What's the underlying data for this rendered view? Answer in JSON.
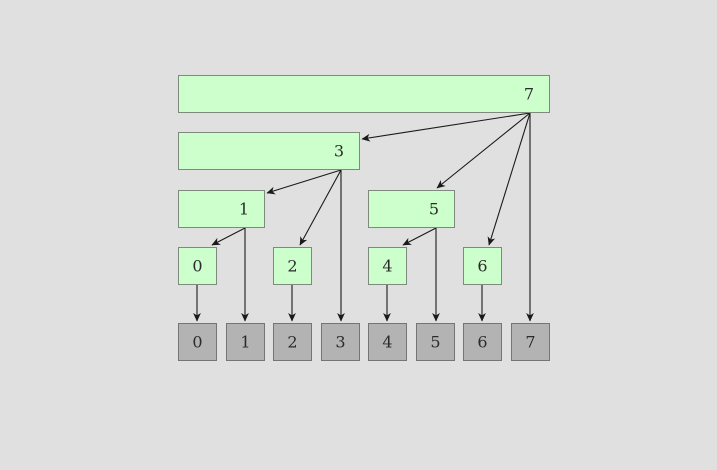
{
  "diagram": {
    "kind": "binary-indexed-tree-diagram",
    "colors": {
      "background": "#e0e0e0",
      "tree_node_fill": "#ccffcc",
      "tree_node_border": "#7f8a7f",
      "array_cell_fill": "#b3b3b3",
      "array_cell_border": "#757575",
      "edge_color": "#1a1a1a"
    },
    "tree_nodes": {
      "n0": {
        "label": "0"
      },
      "n1": {
        "label": "1"
      },
      "n2": {
        "label": "2"
      },
      "n3": {
        "label": "3"
      },
      "n4": {
        "label": "4"
      },
      "n5": {
        "label": "5"
      },
      "n6": {
        "label": "6"
      },
      "n7": {
        "label": "7"
      }
    },
    "array_cells": {
      "c0": {
        "label": "0"
      },
      "c1": {
        "label": "1"
      },
      "c2": {
        "label": "2"
      },
      "c3": {
        "label": "3"
      },
      "c4": {
        "label": "4"
      },
      "c5": {
        "label": "5"
      },
      "c6": {
        "label": "6"
      },
      "c7": {
        "label": "7"
      }
    },
    "edges": [
      {
        "from": "node-7",
        "to": "node-3"
      },
      {
        "from": "node-7",
        "to": "node-5"
      },
      {
        "from": "node-7",
        "to": "node-6"
      },
      {
        "from": "node-7",
        "to": "cell-7"
      },
      {
        "from": "node-3",
        "to": "node-1"
      },
      {
        "from": "node-3",
        "to": "node-2"
      },
      {
        "from": "node-3",
        "to": "cell-3"
      },
      {
        "from": "node-1",
        "to": "node-0"
      },
      {
        "from": "node-1",
        "to": "cell-1"
      },
      {
        "from": "node-5",
        "to": "node-4"
      },
      {
        "from": "node-5",
        "to": "cell-5"
      },
      {
        "from": "node-0",
        "to": "cell-0"
      },
      {
        "from": "node-2",
        "to": "cell-2"
      },
      {
        "from": "node-4",
        "to": "cell-4"
      },
      {
        "from": "node-6",
        "to": "cell-6"
      }
    ]
  }
}
